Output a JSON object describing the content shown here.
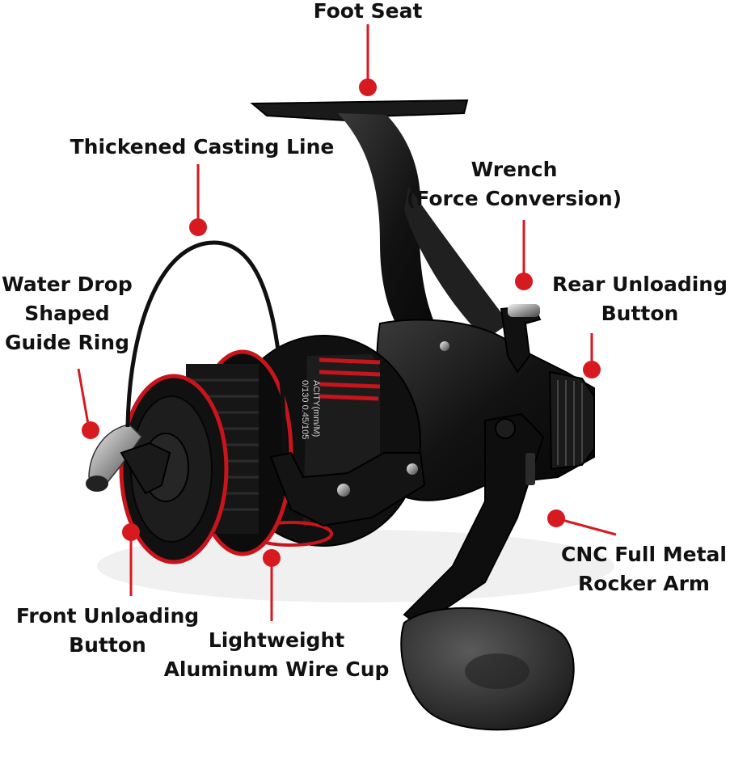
{
  "colors": {
    "accent": "#d71920",
    "reel_body": "#141414",
    "spool_rim": "#c8141b",
    "text": "#111111"
  },
  "labels": {
    "foot_seat": [
      "Foot Seat"
    ],
    "casting_line": [
      "Thickened Casting Line"
    ],
    "wrench": [
      "Wrench",
      "(Force Conversion)"
    ],
    "guide_ring": [
      "Water Drop",
      "Shaped",
      "Guide Ring"
    ],
    "rear_button": [
      "Rear Unloading",
      "Button"
    ],
    "rocker_arm": [
      "CNC Full Metal",
      "Rocker Arm"
    ],
    "front_button": [
      "Front Unloading",
      "Button"
    ],
    "wire_cup": [
      "Lightweight",
      "Aluminum Wire Cup"
    ]
  },
  "spool_text": [
    "ACITY(mm/M)",
    "0/130 0.45/105"
  ]
}
